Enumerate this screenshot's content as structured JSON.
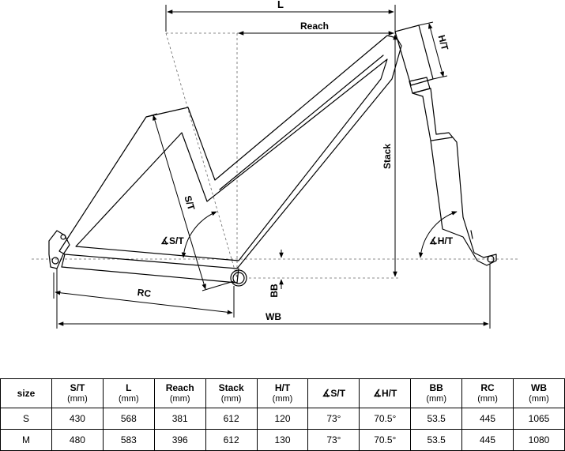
{
  "labels": {
    "l": "L",
    "reach": "Reach",
    "ht": "H/T",
    "stack": "Stack",
    "st": "S/T",
    "angle_st": "∡S/T",
    "angle_ht": "∡H/T",
    "bb": "BB",
    "rc": "RC",
    "wb": "WB"
  },
  "table": {
    "size_header": "size",
    "columns": [
      {
        "name": "S/T",
        "unit": "(mm)"
      },
      {
        "name": "L",
        "unit": "(mm)"
      },
      {
        "name": "Reach",
        "unit": "(mm)"
      },
      {
        "name": "Stack",
        "unit": "(mm)"
      },
      {
        "name": "H/T",
        "unit": "(mm)"
      },
      {
        "name": "∡S/T",
        "unit": ""
      },
      {
        "name": "∡H/T",
        "unit": ""
      },
      {
        "name": "BB",
        "unit": "(mm)"
      },
      {
        "name": "RC",
        "unit": "(mm)"
      },
      {
        "name": "WB",
        "unit": "(mm)"
      }
    ],
    "rows": [
      {
        "size": "S",
        "values": [
          "430",
          "568",
          "381",
          "612",
          "120",
          "73°",
          "70.5°",
          "53.5",
          "445",
          "1065"
        ]
      },
      {
        "size": "M",
        "values": [
          "480",
          "583",
          "396",
          "612",
          "130",
          "73°",
          "70.5°",
          "53.5",
          "445",
          "1080"
        ]
      }
    ]
  }
}
